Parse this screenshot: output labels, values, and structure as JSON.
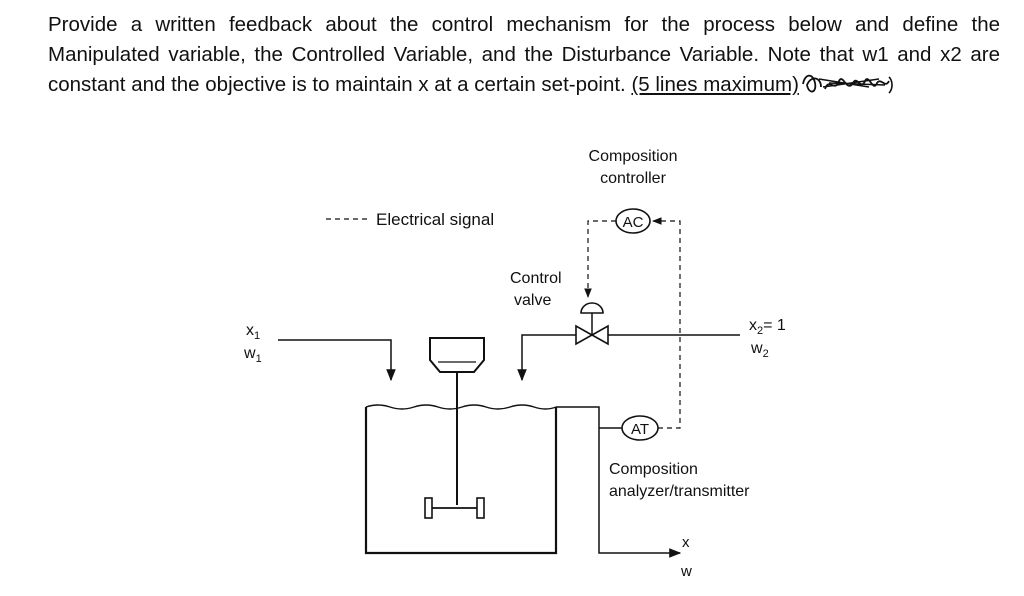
{
  "question": {
    "main": "Provide a written feedback about the control mechanism for the process below and define the Manipulated variable, the Controlled Variable, and the Disturbance Variable. Note that w1 and x2 are constant and the objective is to maintain x at a certain set-point.",
    "limit": "(5 lines maximum)"
  },
  "diagram": {
    "legend_label": "Electrical signal",
    "controller_label_line1": "Composition",
    "controller_label_line2": "controller",
    "controller_tag": "AC",
    "valve_label_line1": "Control",
    "valve_label_line2": "valve",
    "analyzer_tag": "AT",
    "analyzer_label_line1": "Composition",
    "analyzer_label_line2": "analyzer/transmitter",
    "inlet1_x": "x",
    "inlet1_x_sub": "1",
    "inlet1_w": "w",
    "inlet1_w_sub": "1",
    "inlet2_x": "x",
    "inlet2_x_sub": "2",
    "inlet2_x_value": "= 1",
    "inlet2_w": "w",
    "inlet2_w_sub": "2",
    "outlet_x": "x",
    "outlet_w": "w"
  }
}
